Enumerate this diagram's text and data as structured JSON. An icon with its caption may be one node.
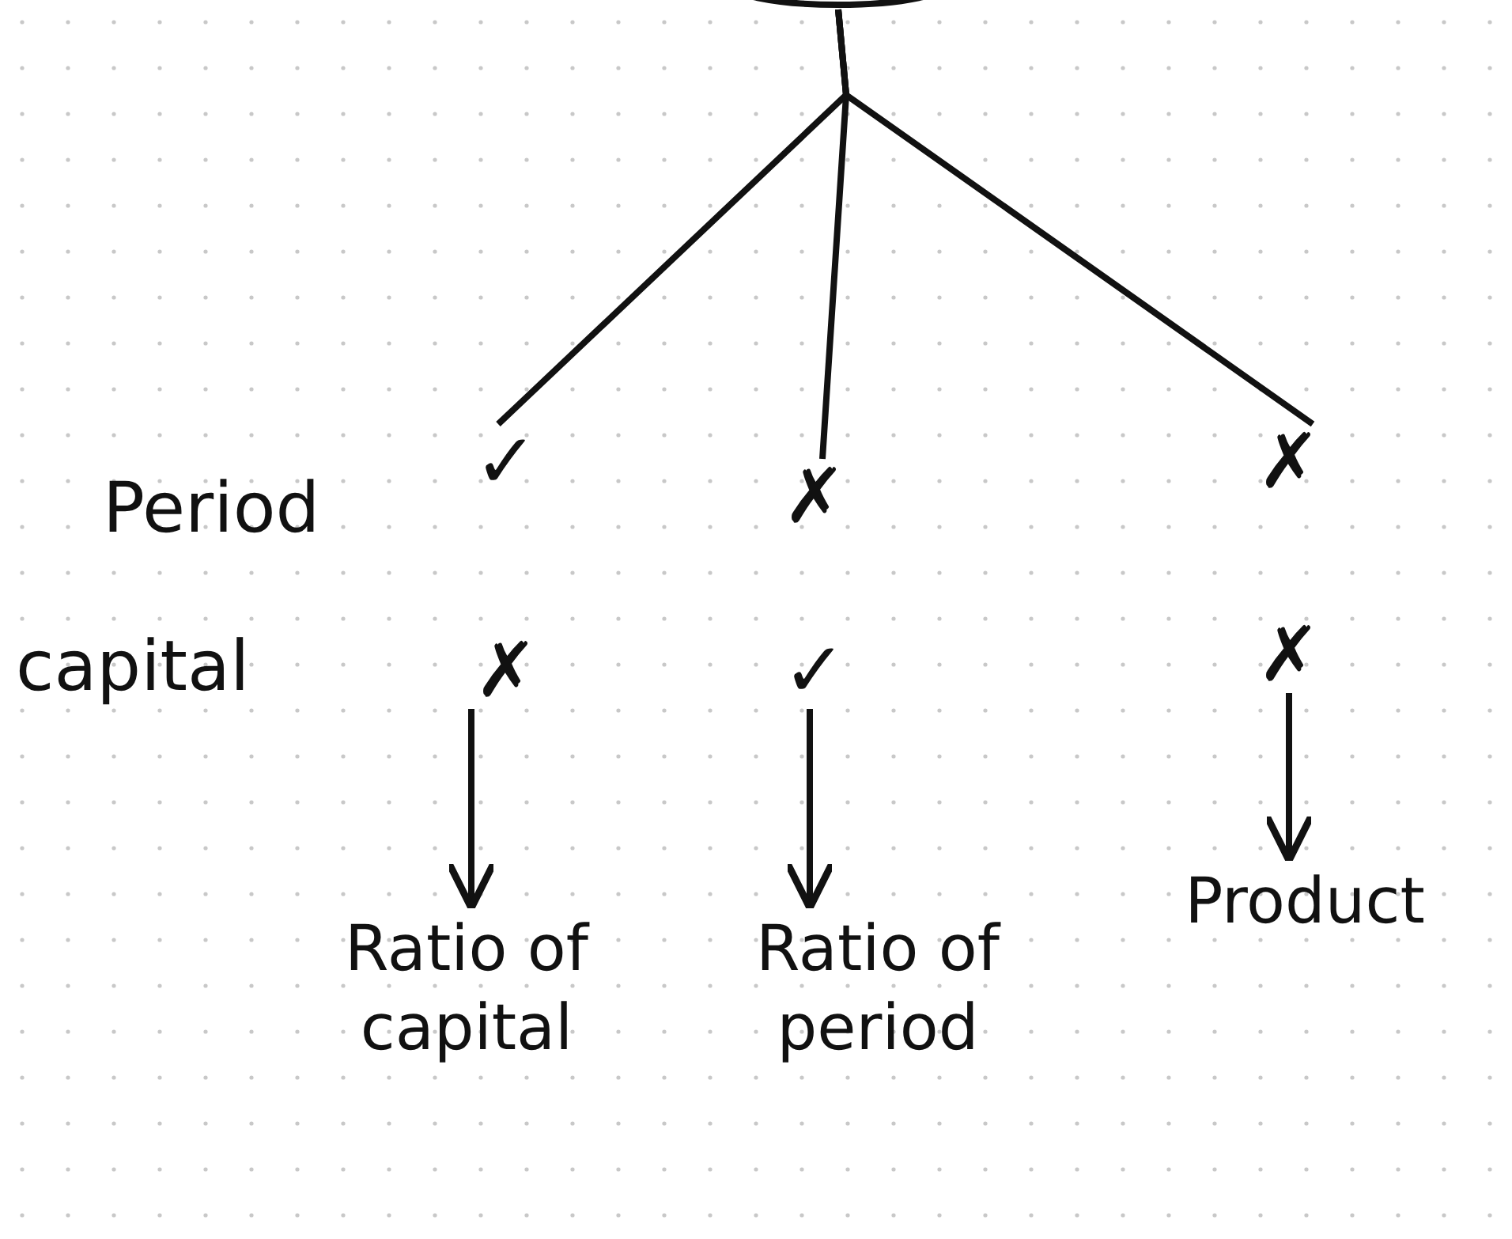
{
  "diagram": {
    "nodes": [
      {
        "text": [],
        "shape": "circle"
      },
      {
        "text": [
          "✓",
          "✗"
        ]
      },
      {
        "text": [
          "✗",
          "✓"
        ]
      },
      {
        "text": [
          "✗",
          "✗"
        ]
      },
      {
        "text": [
          "Ratio of capital"
        ]
      },
      {
        "text": [
          "Ratio of period"
        ]
      },
      {
        "text": [
          "Product"
        ]
      }
    ],
    "edges": [
      {
        "from": 0,
        "to": 1,
        "arrow": "none"
      },
      {
        "from": 0,
        "to": 2,
        "arrow": "none"
      },
      {
        "from": 0,
        "to": 3,
        "arrow": "none"
      },
      {
        "from": 1,
        "to": 4,
        "arrow": "to"
      },
      {
        "from": 2,
        "to": 5,
        "arrow": "to"
      },
      {
        "from": 3,
        "to": 6,
        "arrow": "to"
      }
    ],
    "labels": [
      "Period",
      "capital"
    ]
  }
}
